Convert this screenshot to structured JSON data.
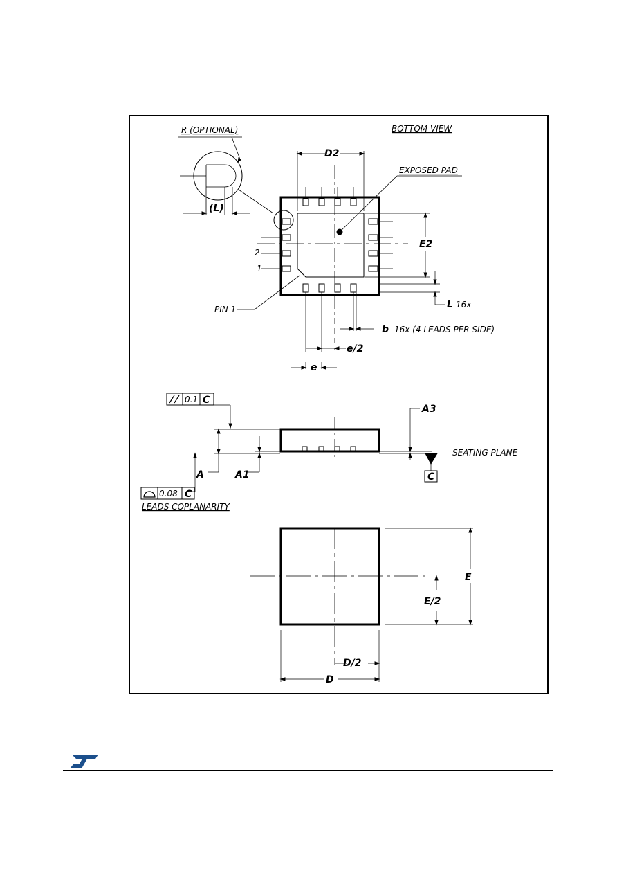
{
  "colors": {
    "line": "#000000",
    "logo": "#1b4f8c",
    "background": "#ffffff"
  },
  "logo": {
    "name": "st-logo-icon",
    "text": "ST"
  },
  "bottom_view": {
    "title": "BOTTOM VIEW",
    "r_optional": "R (OPTIONAL)",
    "l_paren": "(L)",
    "d2": "D2",
    "exposed_pad": "EXPOSED PAD",
    "e2": "E2",
    "pin2": "2",
    "pin1_num": "1",
    "pin1": "PIN 1",
    "l_dim": "L",
    "l_count": "16x",
    "b_dim": "b",
    "b_note": "16x (4 LEADS PER SIDE)",
    "e_half": "e/2",
    "e_pitch": "e"
  },
  "side_view": {
    "parallel_tol": "0.1",
    "parallel_ref": "C",
    "a3": "A3",
    "seating_plane": "SEATING PLANE",
    "datum_c": "C",
    "a": "A",
    "a1": "A1",
    "coplanarity_tol": "0.08",
    "coplanarity_ref": "C",
    "leads_coplanarity": "LEADS COPLANARITY"
  },
  "top_view": {
    "e": "E",
    "e_half": "E/2",
    "d_half": "D/2",
    "d": "D"
  }
}
